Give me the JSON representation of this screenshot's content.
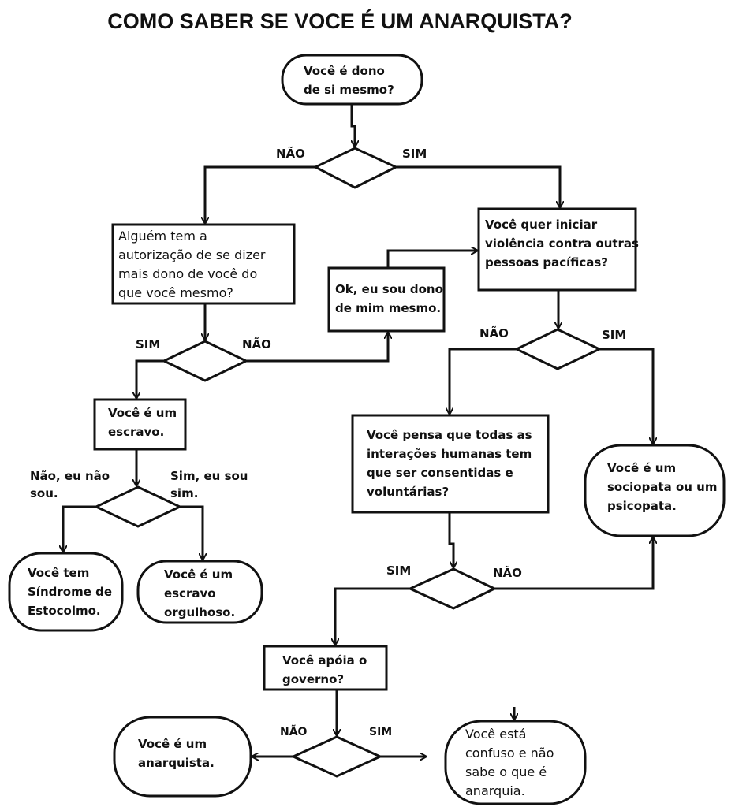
{
  "title": "COMO SABER SE VOCE É UM ANARQUISTA?",
  "nodes": {
    "start": [
      "Você é dono",
      "de si mesmo?"
    ],
    "authority": [
      "Alguém tem a",
      "autorização de se dizer",
      "mais dono de você do",
      "que você mesmo?"
    ],
    "ok": [
      "Ok, eu sou dono",
      "de mim mesmo."
    ],
    "violence": [
      "Você quer iniciar",
      "violência contra outras",
      "pessoas pacíficas?"
    ],
    "slave": [
      "Você é um",
      "escravo."
    ],
    "stockholm": [
      "Você tem",
      "Síndrome de",
      "Estocolmo."
    ],
    "proud": [
      "Você é um",
      "escravo",
      "orgulhoso."
    ],
    "consent": [
      "Você pensa que todas as",
      "interações humanas tem",
      "que ser consentidas e",
      "voluntárias?"
    ],
    "sociopath": [
      "Você é um",
      "sociopata ou um",
      "psicopata."
    ],
    "government": [
      "Você apóia o",
      "governo?"
    ],
    "anarchist": [
      "Você é um",
      "anarquista."
    ],
    "confused": [
      "Você está",
      "confuso e não",
      "sabe o que é",
      "anarquia."
    ]
  },
  "labels": {
    "d1_no": "NÃO",
    "d1_yes": "SIM",
    "d2_yes": "SIM",
    "d2_no": "NÃO",
    "d3_no": [
      "Não, eu não",
      "sou."
    ],
    "d3_yes": [
      "Sim, eu sou",
      "sim."
    ],
    "d4_no": "NÃO",
    "d4_yes": "SIM",
    "d5_yes": "SIM",
    "d5_no": "NÃO",
    "d6_no": "NÃO",
    "d6_yes": "SIM"
  }
}
